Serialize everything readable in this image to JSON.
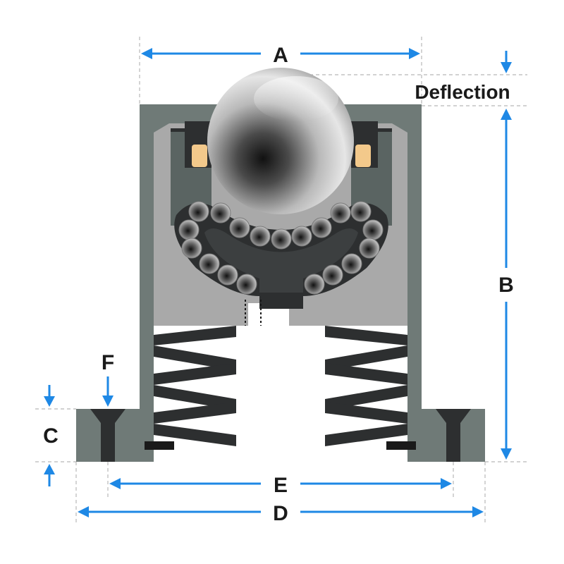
{
  "labels": {
    "A": "A",
    "B": "B",
    "C": "C",
    "D": "D",
    "E": "E",
    "F": "F",
    "deflection": "Deflection"
  },
  "colors": {
    "dimension_arrow": "#1e88e5",
    "housing": "#6f7a77",
    "inner_body": "#a9a9a9",
    "dark_parts": "#2d2f30",
    "seal_insert": "#f3c98b",
    "extension_line": "#b8b8b8"
  }
}
